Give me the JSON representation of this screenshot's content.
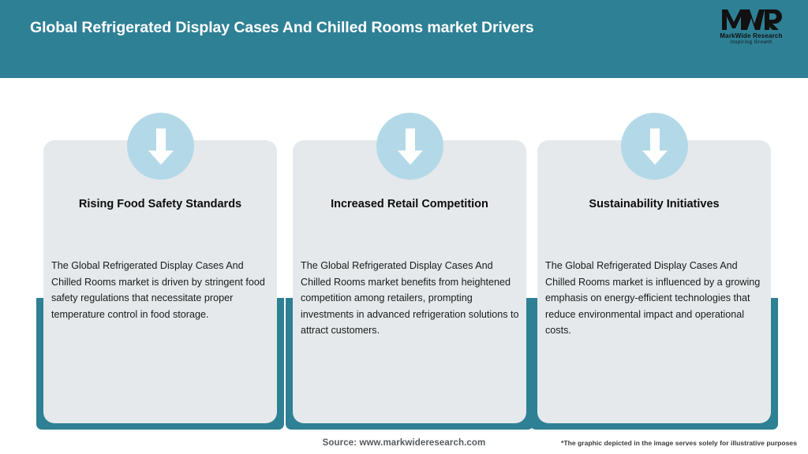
{
  "header": {
    "title": "Global Refrigerated Display Cases And Chilled Rooms market Drivers",
    "background_color": "#2e8095",
    "title_color": "#ffffff"
  },
  "logo": {
    "mark": "MWR",
    "name": "MarkWide Research",
    "tagline": "Inspiring Growth"
  },
  "theme": {
    "teal": "#2e8095",
    "card_grey": "#e5e9eb",
    "circle_blue": "#b3d9e8",
    "arrow_white": "#ffffff"
  },
  "cards": [
    {
      "icon": "arrow-down-icon",
      "title": "Rising Food Safety Standards",
      "body": "The Global Refrigerated Display Cases And Chilled Rooms market is driven by stringent food safety regulations that necessitate proper temperature control in food storage."
    },
    {
      "icon": "arrow-down-icon",
      "title": "Increased Retail Competition",
      "body": "The Global Refrigerated Display Cases And Chilled Rooms market benefits from heightened competition among retailers, prompting investments in advanced refrigeration solutions to attract customers."
    },
    {
      "icon": "arrow-down-icon",
      "title": "Sustainability Initiatives",
      "body": "The Global Refrigerated Display Cases And Chilled Rooms market is influenced by a growing emphasis on energy-efficient technologies that reduce environmental impact and operational costs."
    }
  ],
  "footer": {
    "source": "Source: www.markwideresearch.com",
    "disclaimer": "*The graphic depicted in the image serves solely for illustrative purposes"
  }
}
